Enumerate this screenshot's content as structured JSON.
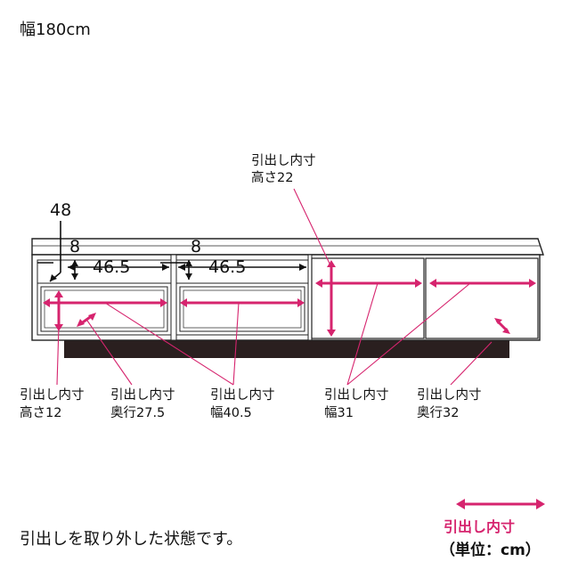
{
  "title": "幅180cm",
  "caption": "引出しを取り外した状態です。",
  "legend": {
    "text": "引出し内寸",
    "unit": "（単位：cm）"
  },
  "colors": {
    "accent": "#d6246e",
    "line": "#222222",
    "base": "#2a1f1f"
  },
  "dimensions": {
    "top_drawer_height": {
      "line1": "引出し内寸",
      "line2": "高さ22"
    },
    "back_depth": "48",
    "divider_left": "8",
    "divider_right": "8",
    "shelf_width_left": "46.5",
    "shelf_width_right": "46.5"
  },
  "labels": [
    {
      "line1": "引出し内寸",
      "line2": "高さ12"
    },
    {
      "line1": "引出し内寸",
      "line2": "奥行27.5"
    },
    {
      "line1": "引出し内寸",
      "line2": "幅40.5"
    },
    {
      "line1": "引出し内寸",
      "line2": "幅31"
    },
    {
      "line1": "引出し内寸",
      "line2": "奥行32"
    }
  ]
}
